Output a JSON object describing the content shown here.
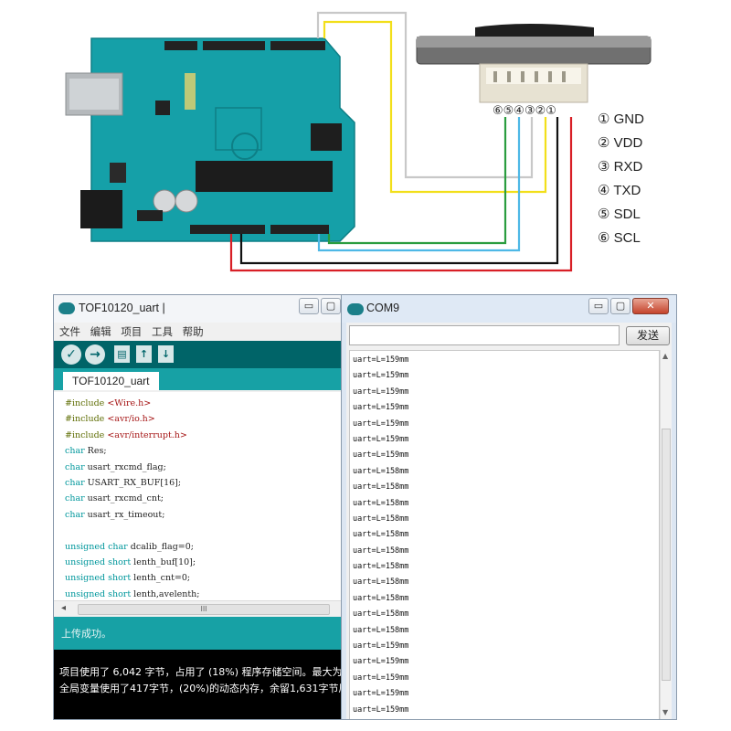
{
  "diagram": {
    "pins": [
      "① GND",
      "② VDD",
      "③ RXD",
      "④ TXD",
      "⑤ SDL",
      "⑥ SCL"
    ],
    "connector_numbers": "⑥⑤④③②①",
    "wire_colors": [
      "#d81f26",
      "#111111",
      "#4eb8e6",
      "#2a9d3f",
      "#f2df1a",
      "#c8c8c8"
    ]
  },
  "ide": {
    "title": "TOF10120_uart |",
    "window_buttons": [
      "▭",
      "▢"
    ],
    "menu": [
      "文件",
      "编辑",
      "项目",
      "工具",
      "帮助"
    ],
    "toolbar_icons": [
      "verify-icon",
      "upload-icon",
      "new-icon",
      "open-icon",
      "save-icon"
    ],
    "tab": "TOF10120_uart",
    "code": [
      {
        "dir": "#include",
        "rest": " ",
        "inc": "<Wire.h>"
      },
      {
        "dir": "#include",
        "rest": " ",
        "inc": "<avr/io.h>"
      },
      {
        "dir": "#include",
        "rest": " ",
        "inc": "<avr/interrupt.h>"
      },
      {
        "type": "char",
        "rest": " Res;"
      },
      {
        "type": "char",
        "rest": " usart_rxcmd_flag;"
      },
      {
        "type": "char",
        "rest": " USART_RX_BUF[16];"
      },
      {
        "type": "char",
        "rest": " usart_rxcmd_cnt;"
      },
      {
        "type": "char",
        "rest": " usart_rx_timeout;"
      },
      {
        "rest": ""
      },
      {
        "type": "unsigned char",
        "rest": " dcalib_flag=0;"
      },
      {
        "type": "unsigned short",
        "rest": " lenth_buf[10];"
      },
      {
        "type": "unsigned short",
        "rest": " lenth_cnt=0;"
      },
      {
        "type": "unsigned short",
        "rest": " lenth,avelenth;"
      }
    ],
    "scroll_thumb": "III",
    "status": "上传成功。",
    "console": [
      "项目使用了 6,042 字节，占用了 (18%) 程序存储空间。最大为",
      "全局变量使用了417字节，(20%)的动态内存，余留1,631字节局部"
    ]
  },
  "com": {
    "title": "COM9",
    "window_buttons": [
      "▭",
      "▢",
      "✕"
    ],
    "send_label": "发送",
    "lines": [
      "uart=L=159mm",
      "uart=L=159mm",
      "uart=L=159mm",
      "uart=L=159mm",
      "uart=L=159mm",
      "uart=L=159mm",
      "uart=L=159mm",
      "uart=L=158mm",
      "uart=L=158mm",
      "uart=L=158mm",
      "uart=L=158mm",
      "uart=L=158mm",
      "uart=L=158mm",
      "uart=L=158mm",
      "uart=L=158mm",
      "uart=L=158mm",
      "uart=L=158mm",
      "uart=L=158mm",
      "uart=L=159mm",
      "uart=L=159mm",
      "uart=L=159mm",
      "uart=L=159mm",
      "uart=L=159mm"
    ]
  }
}
